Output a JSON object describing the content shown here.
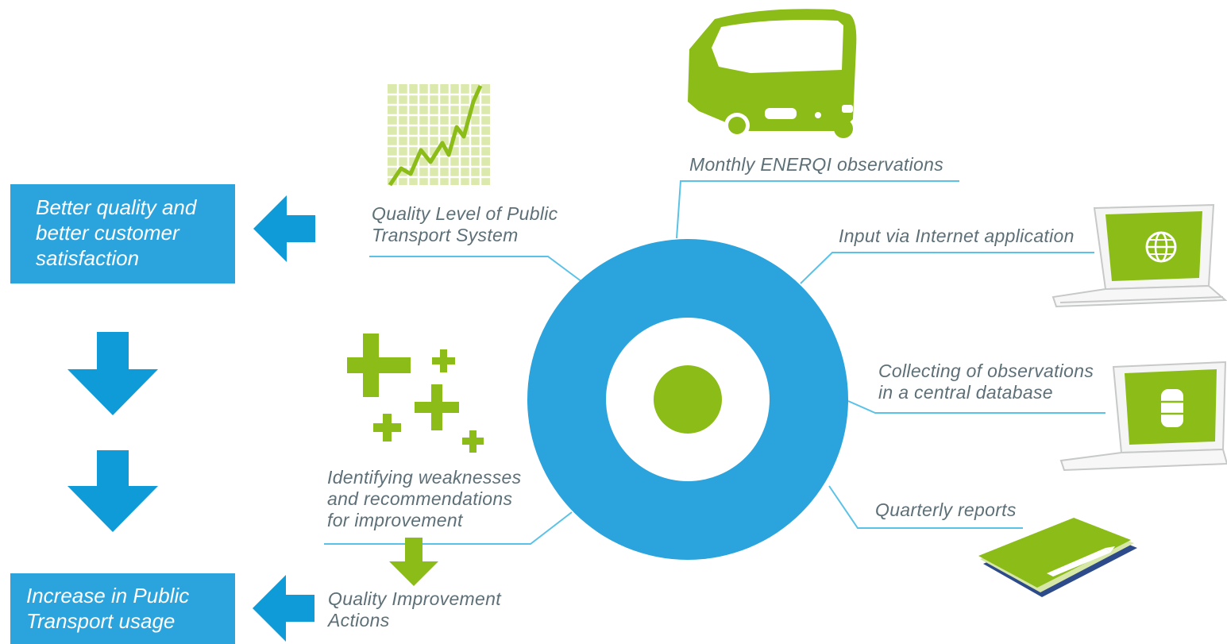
{
  "colors": {
    "blue": "#2ba3dc",
    "green": "#8cbc17",
    "line": "#5bc2e7",
    "label_text": "#5d6f77",
    "box_text": "#ffffff"
  },
  "icons": [
    "growth-chart-icon",
    "bus-icon",
    "laptop-globe-icon",
    "laptop-database-icon",
    "report-folder-pen-icon",
    "plus-signs-icon",
    "target-circle-icon"
  ],
  "boxes": {
    "top": {
      "lines": [
        "Better quality and",
        "better customer",
        "satisfaction"
      ]
    },
    "bottom": {
      "lines": [
        "Increase in Public",
        "Transport usage"
      ]
    }
  },
  "labels": {
    "quality_level": [
      "Quality Level of Public",
      "Transport System"
    ],
    "monthly": "Monthly ENERQI observations",
    "input": "Input via Internet application",
    "collecting": [
      "Collecting of observations",
      "in a central database"
    ],
    "quarterly": "Quarterly reports",
    "identifying": [
      "Identifying weaknesses",
      "and recommendations",
      "for improvement"
    ],
    "actions": [
      "Quality Improvement",
      "Actions"
    ]
  }
}
